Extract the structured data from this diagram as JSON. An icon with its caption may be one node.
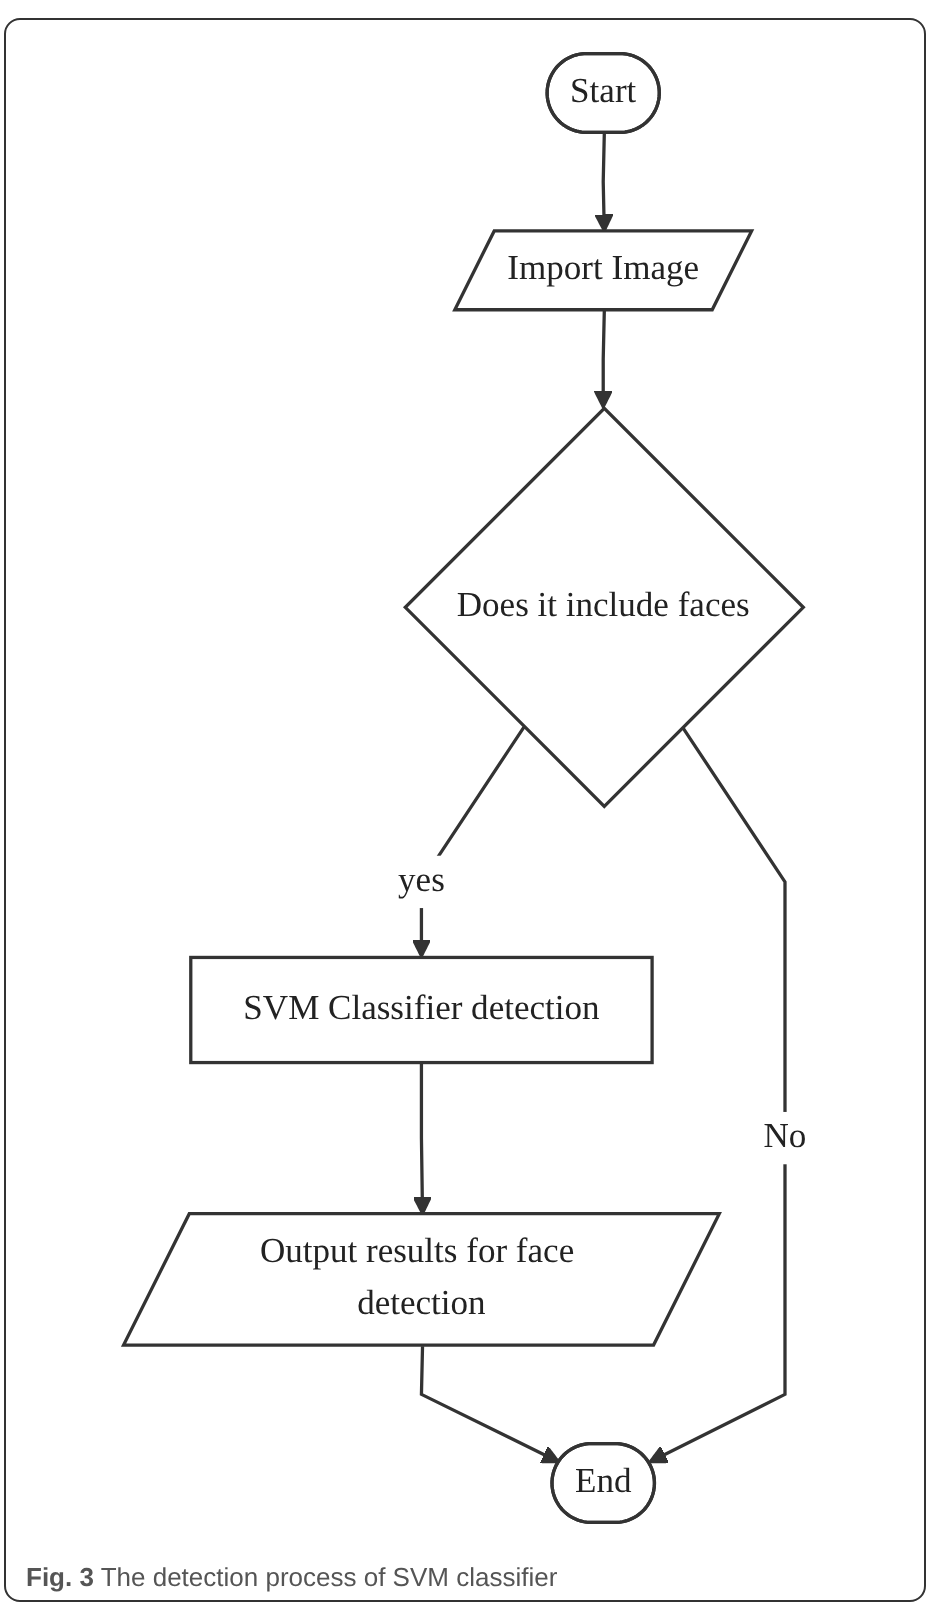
{
  "diagram": {
    "caption": "**Fig. 3** The detection process of SVM classifier",
    "nodes": [
      {
        "text": [
          "Start"
        ]
      },
      {
        "text": [
          "Import Image"
        ]
      },
      {
        "text": [
          "Does it include faces"
        ]
      },
      {
        "text": [
          "SVM Classifier detection"
        ]
      },
      {
        "text": [
          "Output results for face detection"
        ]
      },
      {
        "text": [
          "End"
        ]
      }
    ],
    "edges": [
      {
        "from": 0,
        "to": 1,
        "arrow": "to"
      },
      {
        "from": 1,
        "to": 2,
        "arrow": "to"
      },
      {
        "from": 2,
        "to": 3,
        "arrow": "to",
        "label": "yes"
      },
      {
        "from": 3,
        "to": 4,
        "arrow": "to"
      },
      {
        "from": 4,
        "to": 5,
        "arrow": "to"
      },
      {
        "from": 2,
        "to": 5,
        "arrow": "to",
        "label": "No"
      }
    ]
  }
}
